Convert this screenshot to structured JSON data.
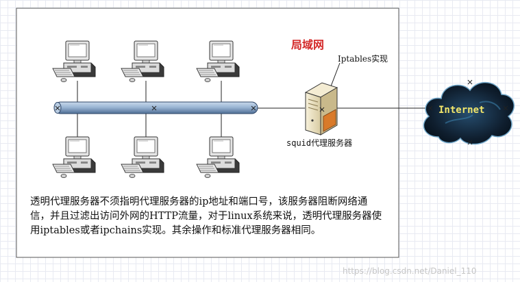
{
  "diagram": {
    "lan_title": "局域网",
    "iptables_label": "Iptables实现",
    "server_label": "squid代理服务器",
    "internet_label": "Internet",
    "description": "透明代理服务器不须指明代理服务器的ip地址和端口号，该服务器阻断网络通信，并且过滤出访问外网的HTTP流量，对于linux系统来说，透明代理服务器使用iptables或者ipchains实现。其余操作和标准代理服务器相同。",
    "watermark": "https://blog.csdn.net/Daniel_110",
    "colors": {
      "lan_title": "#d42a2a",
      "bus_fill": "#9bb6d4",
      "cloud_dark": "#0f1e2e",
      "cloud_glow": "#3a7ea8",
      "internet_text": "#f2e66a",
      "server_body": "#efe6c8",
      "server_accent": "#d97a2a"
    },
    "icons": {
      "client_computer": "computer-icon",
      "server": "server-icon",
      "cloud": "cloud-icon"
    }
  }
}
